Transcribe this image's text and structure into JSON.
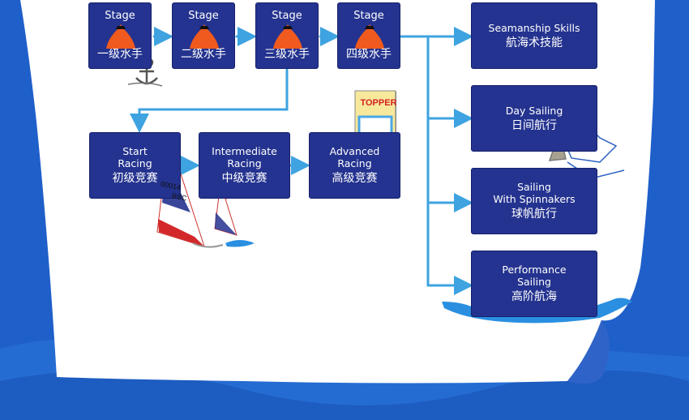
{
  "stages": [
    {
      "en": "Stage",
      "cn": "一级水手"
    },
    {
      "en": "Stage",
      "cn": "二级水手"
    },
    {
      "en": "Stage",
      "cn": "三级水手"
    },
    {
      "en": "Stage",
      "cn": "四级水手"
    }
  ],
  "racing": [
    {
      "en1": "Start",
      "en2": "Racing",
      "cn": "初级竞赛"
    },
    {
      "en1": "Intermediate",
      "en2": "Racing",
      "cn": "中级竞赛"
    },
    {
      "en1": "Advanced",
      "en2": "Racing",
      "cn": "高级竞赛"
    }
  ],
  "skills": [
    {
      "en1": "Seamanship Skills",
      "en2": "",
      "cn": "航海术技能"
    },
    {
      "en1": "Day Sailing",
      "en2": "",
      "cn": "日间航行"
    },
    {
      "en1": "Sailing",
      "en2": "With Spinnakers",
      "cn": "球帆航行"
    },
    {
      "en1": "Performance",
      "en2": "Sailing",
      "cn": "高阶航海"
    }
  ],
  "flag_label": "TOPPER",
  "sail_number": "00014",
  "sail_club": "BSC",
  "colors": {
    "box": "#24338f",
    "arrow": "#3ea3e0",
    "paper": "#ffffff",
    "sea": "#1f5fc9",
    "buoy": "#f05a1e"
  }
}
